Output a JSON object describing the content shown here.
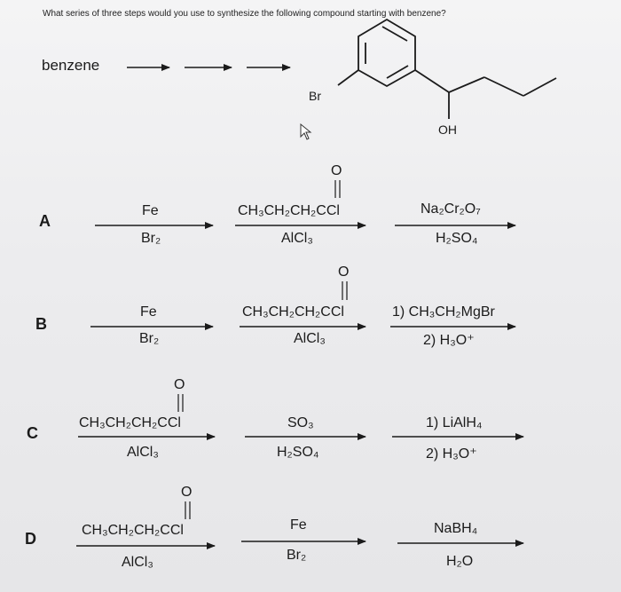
{
  "question": "What series of three steps would you use to synthesize the following compound starting with benzene?",
  "start": "benzene",
  "target": {
    "substituent_br": "Br",
    "substituent_oh": "OH"
  },
  "options": [
    {
      "letter": "A",
      "steps": [
        {
          "above": "Fe",
          "below": "Br₂"
        },
        {
          "carbonyl_o": "O",
          "above": "CH₃CH₂CH₂CCl",
          "below": "AlCl₃"
        },
        {
          "above": "Na₂Cr₂O₇",
          "below": "H₂SO₄"
        }
      ]
    },
    {
      "letter": "B",
      "steps": [
        {
          "above": "Fe",
          "below": "Br₂"
        },
        {
          "carbonyl_o": "O",
          "above": "CH₃CH₂CH₂CCl",
          "below": "AlCl₃"
        },
        {
          "above": "1) CH₃CH₂MgBr",
          "below": "2) H₃O⁺"
        }
      ]
    },
    {
      "letter": "C",
      "steps": [
        {
          "carbonyl_o": "O",
          "above": "CH₃CH₂CH₂CCl",
          "below": "AlCl₃"
        },
        {
          "above": "SO₃",
          "below": "H₂SO₄"
        },
        {
          "above": "1) LiAlH₄",
          "below": "2) H₃O⁺"
        }
      ]
    },
    {
      "letter": "D",
      "steps": [
        {
          "carbonyl_o": "O",
          "above": "CH₃CH₂CH₂CCl",
          "below": "AlCl₃"
        },
        {
          "above": "Fe",
          "below": "Br₂"
        },
        {
          "above": "NaBH₄",
          "below": "H₂O"
        }
      ]
    }
  ]
}
